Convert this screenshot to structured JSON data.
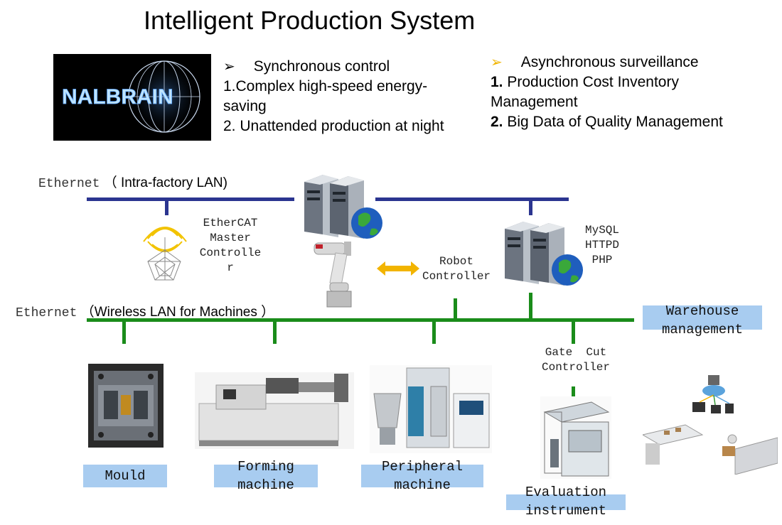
{
  "title": "Intelligent Production System",
  "logo": {
    "text": "NALBRAIN"
  },
  "sync": {
    "heading": "Synchronous control",
    "line1": "1.Complex high-speed energy-",
    "line2": "saving",
    "line3": "2. Unattended production at night"
  },
  "async": {
    "heading": "Asynchronous surveillance",
    "item1_num": "1.",
    "item1_a": " Production Cost Inventory",
    "item1_b": "Management",
    "item2_num": "2.",
    "item2": " Big Data of Quality Management"
  },
  "network": {
    "ethernet_top_prefix": "Ethernet",
    "ethernet_top_suffix": "（ Intra-factory LAN)",
    "ethernet_bottom_prefix": "Ethernet",
    "ethernet_bottom_suffix": "（Wireless LAN for Machines ）"
  },
  "nodes": {
    "ethercat": [
      "EtherCAT",
      "Master",
      "Controlle",
      "r"
    ],
    "robot": [
      "Robot",
      "Controller"
    ],
    "mysql": [
      "MySQL",
      "HTTPD",
      "PHP"
    ],
    "gate_cut": [
      "Gate  Cut",
      "Controller"
    ],
    "warehouse": [
      "Warehouse",
      "management"
    ]
  },
  "machines": {
    "mould": "Mould",
    "forming": [
      "Forming",
      "machine"
    ],
    "peripheral": [
      "Peripheral",
      "machine"
    ],
    "evaluation": [
      "Evaluation",
      "instrument"
    ]
  },
  "colors": {
    "intra_lan": "#2b3590",
    "wireless_lan": "#1a8c1a",
    "label_box": "#a8ccf0",
    "arrow": "#f0b400"
  }
}
